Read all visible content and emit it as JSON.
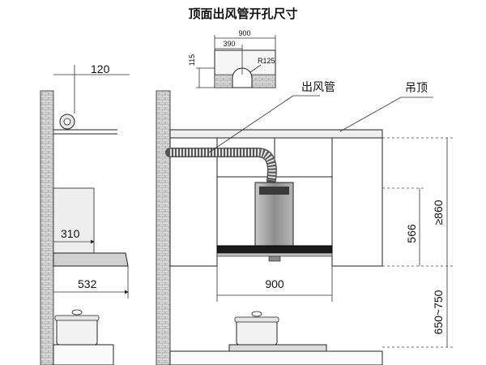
{
  "title": "顶面出风管开孔尺寸",
  "top_view": {
    "width": "900",
    "offset": "390",
    "height": "115",
    "radius": "R125"
  },
  "labels": {
    "duct": "出风管",
    "ceiling": "吊顶"
  },
  "side_view": {
    "duct_dia": "120",
    "depth_inner": "310",
    "depth_total": "532"
  },
  "front_view": {
    "hood_width": "900",
    "hood_height": "566",
    "ceiling_height": "≥860",
    "install_height": "650~750"
  },
  "colors": {
    "brick": "#b9b9b9",
    "hood_body": "#9a9a9a",
    "hood_glass": "#1a1a1a"
  }
}
